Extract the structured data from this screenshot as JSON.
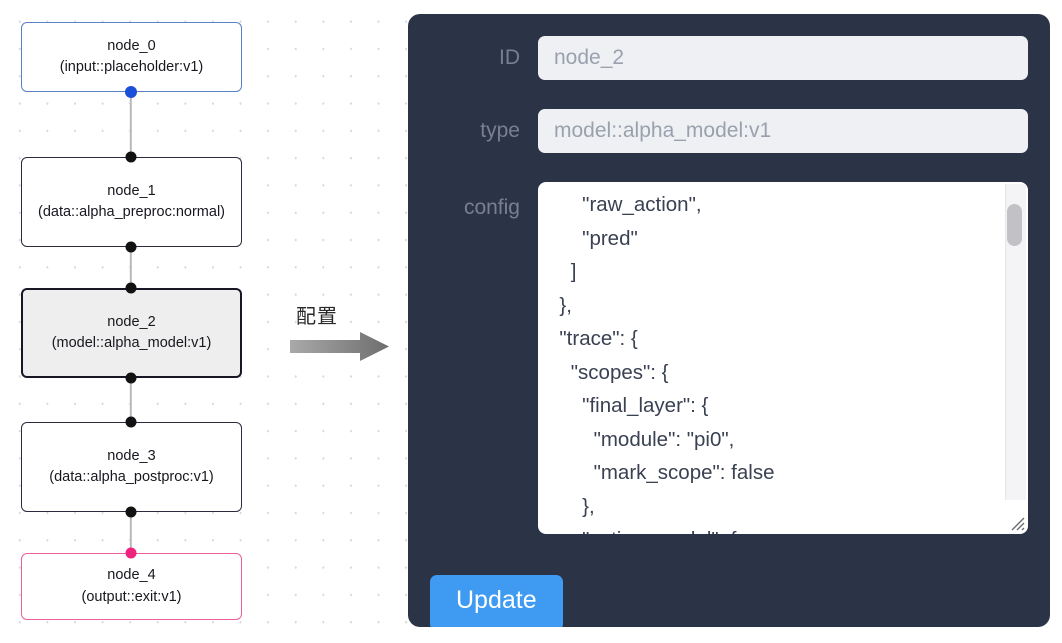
{
  "canvas": {
    "nodes": [
      {
        "id": "node_0",
        "type": "(input::placeholder:v1)",
        "state": "input"
      },
      {
        "id": "node_1",
        "type": "(data::alpha_preproc:normal)",
        "state": "default"
      },
      {
        "id": "node_2",
        "type": "(model::alpha_model:v1)",
        "state": "selected"
      },
      {
        "id": "node_3",
        "type": "(data::alpha_postproc:v1)",
        "state": "default"
      },
      {
        "id": "node_4",
        "type": "(output::exit:v1)",
        "state": "output"
      }
    ]
  },
  "transition": {
    "label": "配置",
    "arrow_icon": "right-arrow-icon"
  },
  "panel": {
    "fields": {
      "id": {
        "label": "ID",
        "value": "node_2",
        "placeholder": "node_2"
      },
      "type": {
        "label": "type",
        "value": "model::alpha_model:v1",
        "placeholder": "model::alpha_model:v1"
      },
      "config": {
        "label": "config",
        "value": "      \"raw_action\",\n      \"pred\"\n    ]\n  },\n  \"trace\": {\n    \"scopes\": {\n      \"final_layer\": {\n        \"module\": \"pi0\",\n        \"mark_scope\": false\n      },\n      \"action_model\": {"
      }
    },
    "update_label": "Update"
  },
  "colors": {
    "panel_bg": "#2b3347",
    "accent_blue": "#3f9af2",
    "node_input_border": "#5a80c8",
    "node_output_border": "#ec5f9c",
    "node_selected_fill": "#eeeeee"
  }
}
